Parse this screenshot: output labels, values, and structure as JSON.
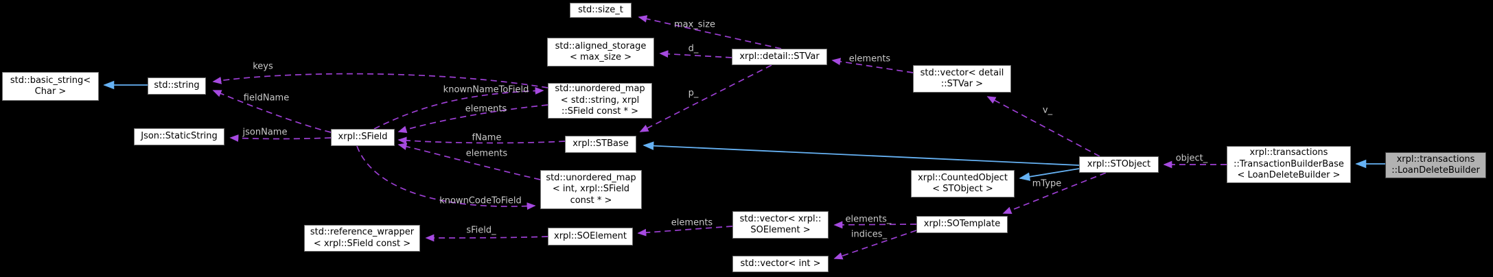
{
  "diagram": {
    "kind": "doxygen-collaboration-graph",
    "background": "#000000",
    "colors": {
      "usage_edge": "#9d3fd4",
      "inheritance_edge": "#66b2f4",
      "edge_label": "#c9c9c9",
      "node_bg": "#ffffff",
      "node_border": "#707070",
      "node_text": "#000000",
      "highlight_node_bg": "#b2b2b2"
    }
  },
  "nodes": [
    {
      "id": "std-basic-string",
      "text": "std::basic_string<\nChar >"
    },
    {
      "id": "std-string",
      "text": "std::string"
    },
    {
      "id": "json-staticstring",
      "text": "Json::StaticString"
    },
    {
      "id": "xrpl-sfield",
      "text": "xrpl::SField"
    },
    {
      "id": "std-size-t",
      "text": "std::size_t"
    },
    {
      "id": "std-aligned-storage",
      "text": "std::aligned_storage\n< max_size >"
    },
    {
      "id": "unordered-map-string-sfield",
      "text": "std::unordered_map\n< std::string, xrpl\n::SField const * >"
    },
    {
      "id": "xrpl-stbase",
      "text": "xrpl::STBase"
    },
    {
      "id": "unordered-map-int-sfield",
      "text": "std::unordered_map\n< int, xrpl::SField\nconst * >"
    },
    {
      "id": "std-reference-wrapper",
      "text": "std::reference_wrapper\n< xrpl::SField const >"
    },
    {
      "id": "xrpl-soelement",
      "text": "xrpl::SOElement"
    },
    {
      "id": "xrpl-detail-stvar",
      "text": "xrpl::detail::STVar"
    },
    {
      "id": "std-vector-detail-stvar",
      "text": "std::vector< detail\n::STVar >"
    },
    {
      "id": "std-vector-soelement",
      "text": "std::vector< xrpl::\nSOElement >"
    },
    {
      "id": "std-vector-int",
      "text": "std::vector< int >"
    },
    {
      "id": "xrpl-countedobject",
      "text": "xrpl::CountedObject\n< STObject >"
    },
    {
      "id": "xrpl-sotemplate",
      "text": "xrpl::SOTemplate"
    },
    {
      "id": "xrpl-stobject",
      "text": "xrpl::STObject"
    },
    {
      "id": "transaction-builder-base",
      "text": "xrpl::transactions\n::TransactionBuilderBase\n< LoanDeleteBuilder >"
    },
    {
      "id": "loan-delete-builder",
      "text": "xrpl::transactions\n::LoanDeleteBuilder",
      "highlighted": true
    }
  ],
  "edge_labels": [
    {
      "text": "keys"
    },
    {
      "text": "fieldName"
    },
    {
      "text": "jsonName"
    },
    {
      "text": "knownNameToField"
    },
    {
      "text": "elements"
    },
    {
      "text": "fName"
    },
    {
      "text": "elements"
    },
    {
      "text": "knownCodeToField"
    },
    {
      "text": "sField_"
    },
    {
      "text": "elements"
    },
    {
      "text": "max_size"
    },
    {
      "text": "d_"
    },
    {
      "text": "p_"
    },
    {
      "text": "elements"
    },
    {
      "text": "v_"
    },
    {
      "text": "mType"
    },
    {
      "text": "object_"
    },
    {
      "text": "elements_"
    },
    {
      "text": "indices_"
    }
  ],
  "relations": [
    {
      "from": "std::string",
      "to": "std::basic_string< Char >",
      "type": "inheritance"
    },
    {
      "from": "xrpl::STObject",
      "to": "xrpl::STBase",
      "type": "inheritance"
    },
    {
      "from": "xrpl::STObject",
      "to": "xrpl::CountedObject< STObject >",
      "type": "inheritance"
    },
    {
      "from": "xrpl::transactions::LoanDeleteBuilder",
      "to": "xrpl::transactions::TransactionBuilderBase< LoanDeleteBuilder >",
      "type": "inheritance"
    },
    {
      "from": "std::unordered_map< std::string, xrpl::SField const * >",
      "to": "std::string",
      "label": "keys",
      "type": "usage"
    },
    {
      "from": "xrpl::SField",
      "to": "std::string",
      "label": "fieldName",
      "type": "usage"
    },
    {
      "from": "xrpl::SField",
      "to": "Json::StaticString",
      "label": "jsonName",
      "type": "usage"
    },
    {
      "from": "xrpl::SField",
      "to": "std::unordered_map< std::string, xrpl::SField const * >",
      "label": "knownNameToField",
      "type": "usage"
    },
    {
      "from": "std::unordered_map< std::string, xrpl::SField const * >",
      "to": "xrpl::SField",
      "label": "elements",
      "type": "usage"
    },
    {
      "from": "xrpl::STBase",
      "to": "xrpl::SField",
      "label": "fName",
      "type": "usage"
    },
    {
      "from": "std::unordered_map< int, xrpl::SField const * >",
      "to": "xrpl::SField",
      "label": "elements",
      "type": "usage"
    },
    {
      "from": "xrpl::SField",
      "to": "std::unordered_map< int, xrpl::SField const * >",
      "label": "knownCodeToField",
      "type": "usage"
    },
    {
      "from": "xrpl::SOElement",
      "to": "std::reference_wrapper< xrpl::SField const >",
      "label": "sField_",
      "type": "usage"
    },
    {
      "from": "std::vector< xrpl::SOElement >",
      "to": "xrpl::SOElement",
      "label": "elements",
      "type": "usage"
    },
    {
      "from": "xrpl::detail::STVar",
      "to": "std::size_t",
      "label": "max_size",
      "type": "usage"
    },
    {
      "from": "xrpl::detail::STVar",
      "to": "std::aligned_storage< max_size >",
      "label": "d_",
      "type": "usage"
    },
    {
      "from": "xrpl::detail::STVar",
      "to": "xrpl::STBase",
      "label": "p_",
      "type": "usage"
    },
    {
      "from": "std::vector< detail::STVar >",
      "to": "xrpl::detail::STVar",
      "label": "elements",
      "type": "usage"
    },
    {
      "from": "xrpl::STObject",
      "to": "std::vector< detail::STVar >",
      "label": "v_",
      "type": "usage"
    },
    {
      "from": "xrpl::STObject",
      "to": "xrpl::SOTemplate",
      "label": "mType",
      "type": "usage"
    },
    {
      "from": "xrpl::transactions::TransactionBuilderBase< LoanDeleteBuilder >",
      "to": "xrpl::STObject",
      "label": "object_",
      "type": "usage"
    },
    {
      "from": "xrpl::SOTemplate",
      "to": "std::vector< xrpl::SOElement >",
      "label": "elements_",
      "type": "usage"
    },
    {
      "from": "xrpl::SOTemplate",
      "to": "std::vector< int >",
      "label": "indices_",
      "type": "usage"
    }
  ]
}
